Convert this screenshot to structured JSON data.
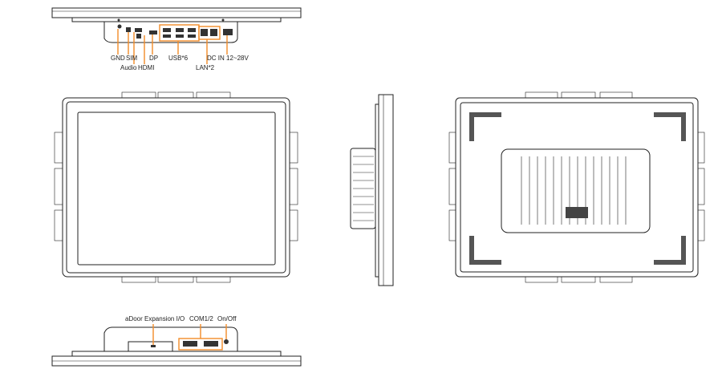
{
  "top_view": {
    "labels": {
      "gnd": "GND",
      "sim": "SIM",
      "audio": "Audio",
      "hdmi": "HDMI",
      "dp": "DP",
      "usb": "USB*6",
      "lan": "LAN*2",
      "dc_in": "DC IN 12~28V"
    }
  },
  "bottom_view": {
    "labels": {
      "expansion": "aDoor Expansion I/O",
      "com": "COM1/2",
      "onoff": "On/Off"
    }
  },
  "colors": {
    "callout": "#f28c28",
    "line": "#222222"
  }
}
